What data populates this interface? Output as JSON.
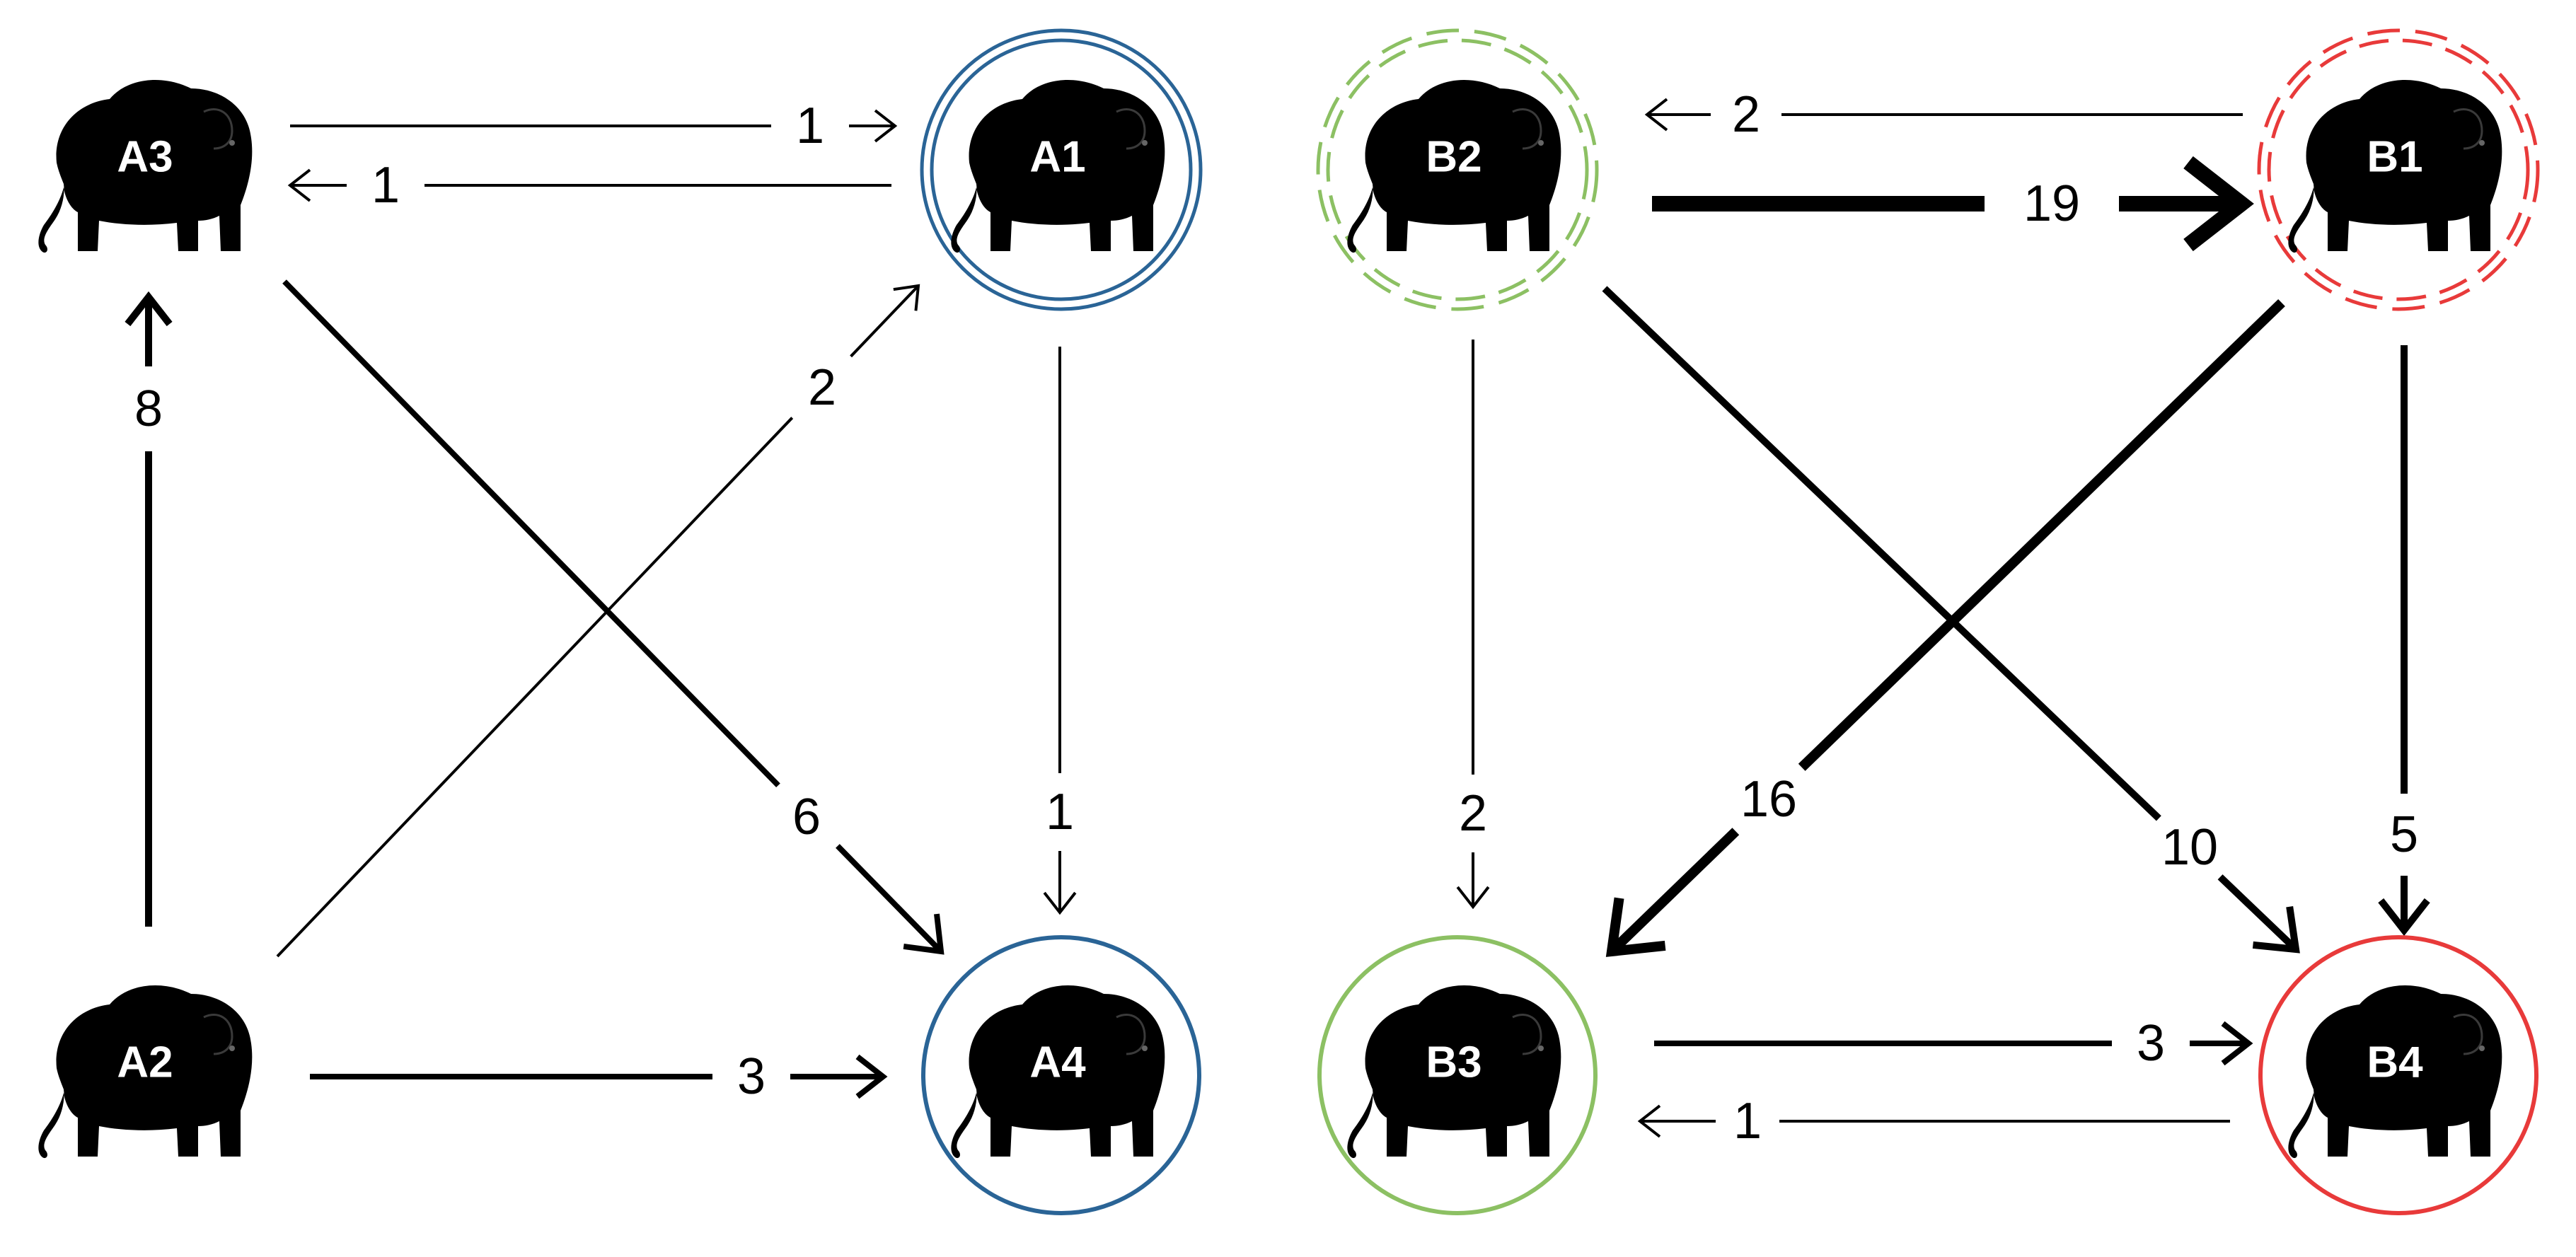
{
  "colors": {
    "group_a_ring": "#2A6496",
    "group_b_green": "#8CC063",
    "group_b_red": "#E83A3A",
    "elephant": "#000000",
    "edge": "#000000"
  },
  "nodes": [
    {
      "id": "A3",
      "label": "A3",
      "ring": "none"
    },
    {
      "id": "A1",
      "label": "A1",
      "ring": "double-solid",
      "ring_color": "#2A6496"
    },
    {
      "id": "A2",
      "label": "A2",
      "ring": "none"
    },
    {
      "id": "A4",
      "label": "A4",
      "ring": "solid",
      "ring_color": "#2A6496"
    },
    {
      "id": "B2",
      "label": "B2",
      "ring": "double-dashed",
      "ring_color": "#8CC063"
    },
    {
      "id": "B1",
      "label": "B1",
      "ring": "double-dashed",
      "ring_color": "#E83A3A"
    },
    {
      "id": "B3",
      "label": "B3",
      "ring": "solid",
      "ring_color": "#8CC063"
    },
    {
      "id": "B4",
      "label": "B4",
      "ring": "solid",
      "ring_color": "#E83A3A"
    }
  ],
  "edges": [
    {
      "from": "A3",
      "to": "A1",
      "weight": "1"
    },
    {
      "from": "A1",
      "to": "A3",
      "weight": "1"
    },
    {
      "from": "A2",
      "to": "A3",
      "weight": "8"
    },
    {
      "from": "A2",
      "to": "A1",
      "weight": "2"
    },
    {
      "from": "A3",
      "to": "A4",
      "weight": "6"
    },
    {
      "from": "A1",
      "to": "A4",
      "weight": "1"
    },
    {
      "from": "A2",
      "to": "A4",
      "weight": "3"
    },
    {
      "from": "B1",
      "to": "B2",
      "weight": "2"
    },
    {
      "from": "B2",
      "to": "B1",
      "weight": "19"
    },
    {
      "from": "B2",
      "to": "B3",
      "weight": "2"
    },
    {
      "from": "B1",
      "to": "B3",
      "weight": "16"
    },
    {
      "from": "B2",
      "to": "B4",
      "weight": "10"
    },
    {
      "from": "B1",
      "to": "B4",
      "weight": "5"
    },
    {
      "from": "B3",
      "to": "B4",
      "weight": "3"
    },
    {
      "from": "B4",
      "to": "B3",
      "weight": "1"
    }
  ]
}
